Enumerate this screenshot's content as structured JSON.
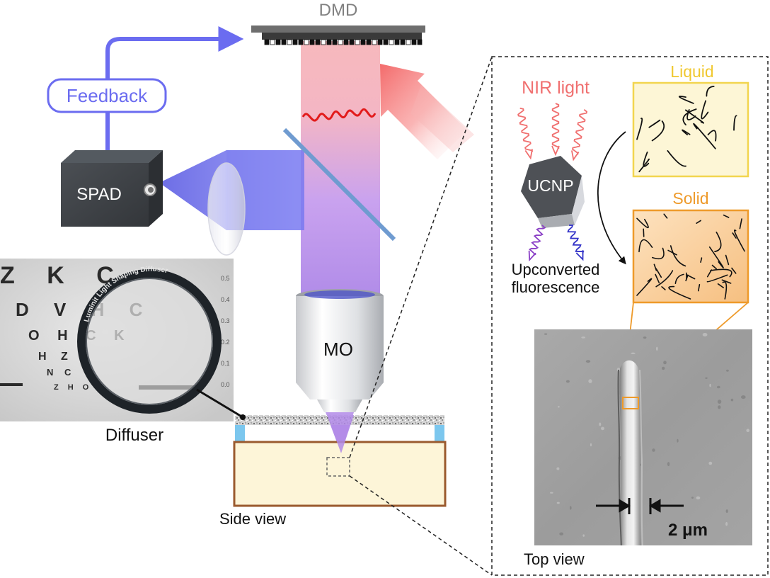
{
  "labels": {
    "dmd": "DMD",
    "feedback": "Feedback",
    "spad": "SPAD",
    "mo": "MO",
    "diffuser": "Diffuser",
    "side_view": "Side view",
    "top_view": "Top view",
    "nir_light": "NIR light",
    "ucnp": "UCNP",
    "upconverted_line1": "Upconverted",
    "upconverted_line2": "fluorescence",
    "liquid": "Liquid",
    "solid": "Solid",
    "scale_bar": "2 μm"
  },
  "eye_chart": {
    "row1": "Z K C",
    "row2": "D V  H C",
    "row3": "O H  C K",
    "row4": "H Z",
    "row5": "N C",
    "row6": "Z H O",
    "scale_marks": [
      "0.5",
      "0.4",
      "0.3",
      "0.2",
      "0.1",
      "0.0"
    ],
    "rim_text": "Luminit Light Shaping Diffuser"
  },
  "colors": {
    "feedback_blue": "#6b6cf0",
    "nir_red": "#f07070",
    "liquid_yellow": "#f0d040",
    "solid_orange": "#ee9a2a",
    "substrate_brown": "#9a5a2e"
  }
}
